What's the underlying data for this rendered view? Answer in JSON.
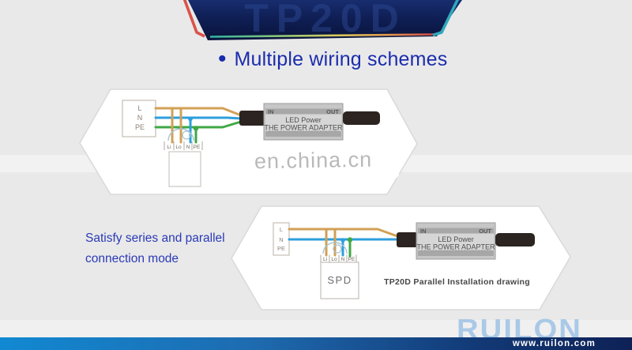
{
  "banner": {
    "model": "TP20D"
  },
  "title": {
    "bullet": "•",
    "text": "Multiple wiring schemes"
  },
  "side_note": {
    "line1": "Satisfy series and parallel",
    "line2": "connection mode"
  },
  "watermarks": {
    "center": "en.china.cn",
    "brand": "RUILON"
  },
  "footer": {
    "website": "www.ruilon.com"
  },
  "colors": {
    "wire_live": "#d2a055",
    "wire_neutral": "#2d9fdd",
    "wire_earth": "#3fa845",
    "title_blue": "#1b2cae",
    "banner_navy": "#0c1c4e",
    "banner_red_stroke": "#d95349",
    "banner_teal_stroke": "#2fa8bc",
    "footer_gradient_left": "#1189d2",
    "footer_gradient_right": "#0e2156"
  },
  "diagram_series": {
    "terminals": [
      "L",
      "N",
      "PE"
    ],
    "connector_pins": [
      "Li",
      "Lo",
      "N",
      "PE"
    ],
    "adapter": {
      "in_label": "IN",
      "out_label": "OUT",
      "name_line1": "LED Power",
      "name_line2": "THE POWER ADAPTER"
    }
  },
  "diagram_parallel": {
    "terminals": [
      "L",
      "N",
      "PE"
    ],
    "connector_pins": [
      "Li",
      "Lo",
      "N",
      "PE"
    ],
    "spd_label": "SPD",
    "adapter": {
      "in_label": "IN",
      "out_label": "OUT",
      "name_line1": "LED Power",
      "name_line2": "THE POWER ADAPTER"
    },
    "caption": "TP20D Parallel Installation drawing"
  }
}
